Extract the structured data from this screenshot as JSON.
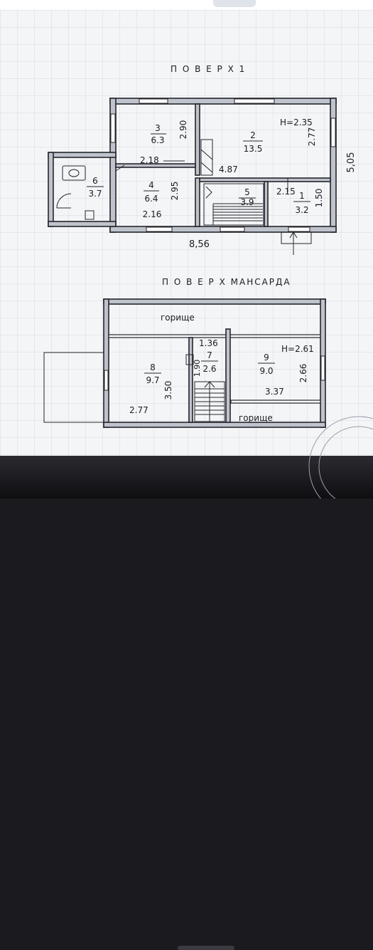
{
  "floor1": {
    "title": "П О В Е Р Х   1",
    "height_label": "H=2.35",
    "overall_width": "8,56",
    "overall_depth": "5,05",
    "rooms": [
      {
        "num": "3",
        "area": "6.3"
      },
      {
        "num": "2",
        "area": "13.5"
      },
      {
        "num": "4",
        "area": "6.4"
      },
      {
        "num": "6",
        "area": "3.7"
      },
      {
        "num": "5",
        "area": "3.9"
      },
      {
        "num": "1",
        "area": "3.2"
      }
    ],
    "dims": {
      "d290": "2.90",
      "d277": "2.77",
      "d218": "2.18",
      "d487": "4.87",
      "d295": "2.95",
      "d216": "2.16",
      "d215": "2.15",
      "d150": "1.50"
    }
  },
  "attic": {
    "title": "П О В Е Р Х   МАНСАРДА",
    "loft_label_top": "горище",
    "loft_label_bottom": "горище",
    "height_label": "H=2.61",
    "rooms": [
      {
        "num": "8",
        "area": "9.7"
      },
      {
        "num": "7",
        "area": "2.6"
      },
      {
        "num": "9",
        "area": "9.0"
      }
    ],
    "dims": {
      "d136": "1.36",
      "d190": "1.90",
      "d350": "3.50",
      "d277": "2.77",
      "d266": "2.66",
      "d337": "3.37"
    }
  },
  "colors": {
    "ink": "#1c1c22",
    "paper": "#f4f5f7",
    "wall_fill": "#bfc3cc"
  }
}
